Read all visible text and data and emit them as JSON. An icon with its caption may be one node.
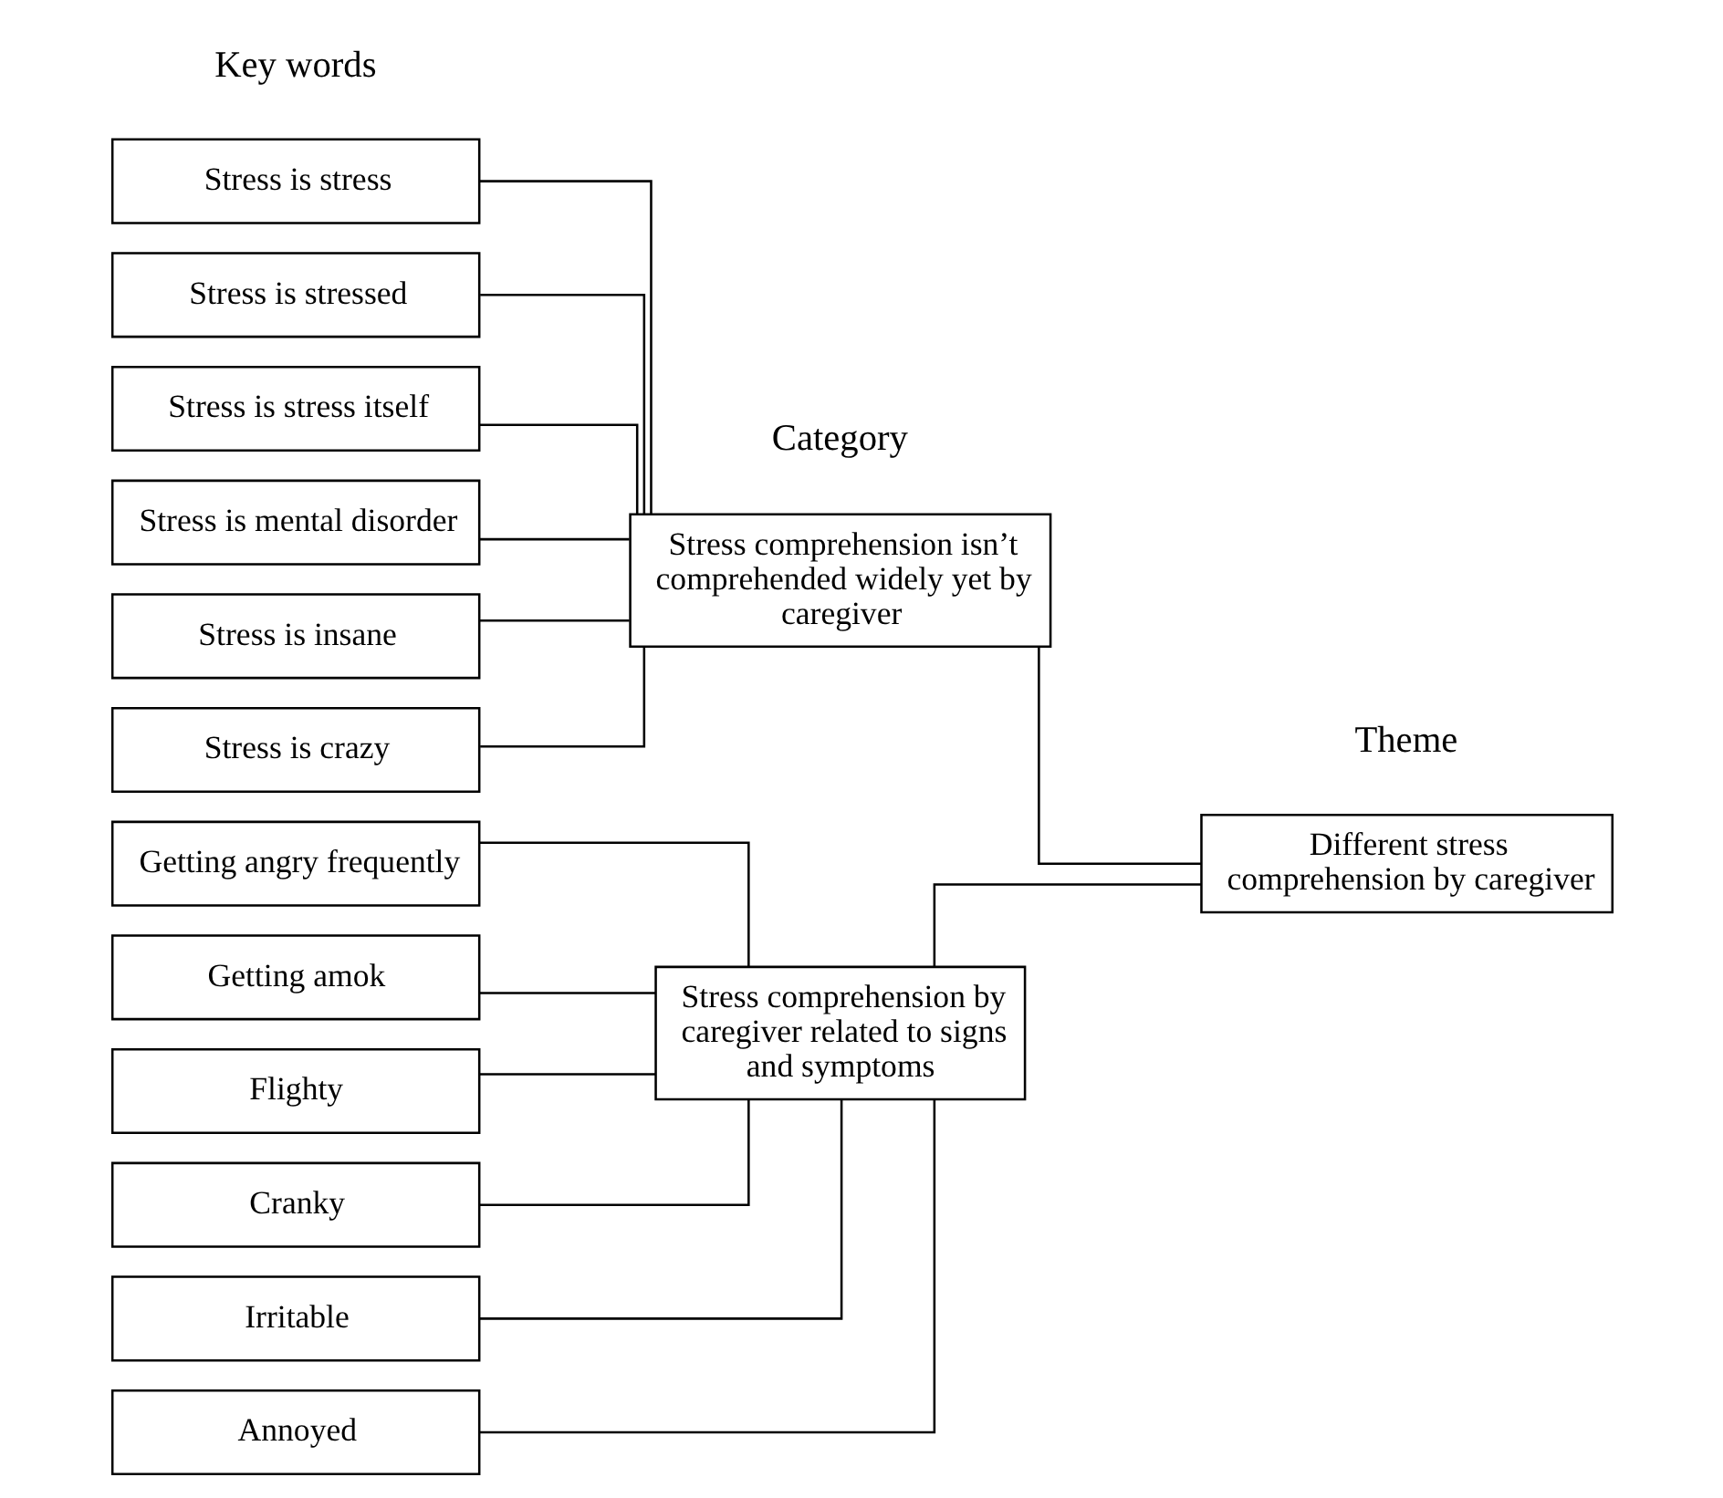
{
  "diagram": {
    "nodes": [
      {
        "text": [
          "Stress is stress"
        ]
      },
      {
        "text": [
          "Stress is stressed"
        ]
      },
      {
        "text": [
          "Stress is stress itself"
        ]
      },
      {
        "text": [
          "Stress is mental disorder"
        ]
      },
      {
        "text": [
          "Stress is insane"
        ]
      },
      {
        "text": [
          "Stress is crazy"
        ]
      },
      {
        "text": [
          "Getting angry frequently"
        ]
      },
      {
        "text": [
          "Getting amok"
        ]
      },
      {
        "text": [
          "Flighty"
        ]
      },
      {
        "text": [
          "Cranky"
        ]
      },
      {
        "text": [
          "Irritable"
        ]
      },
      {
        "text": [
          "Annoyed"
        ]
      },
      {
        "text": [
          "Stress comprehension isn’t comprehended widely yet by caregiver"
        ]
      },
      {
        "text": [
          "Stress comprehension by caregiver related to signs and symptoms"
        ]
      },
      {
        "text": [
          "Different stress comprehension by caregiver"
        ]
      }
    ],
    "edges": [
      {
        "from": 0,
        "to": 12,
        "arrow": "none"
      },
      {
        "from": 1,
        "to": 12,
        "arrow": "none"
      },
      {
        "from": 2,
        "to": 12,
        "arrow": "none"
      },
      {
        "from": 3,
        "to": 12,
        "arrow": "none"
      },
      {
        "from": 4,
        "to": 12,
        "arrow": "none"
      },
      {
        "from": 5,
        "to": 12,
        "arrow": "none"
      },
      {
        "from": 6,
        "to": 13,
        "arrow": "none"
      },
      {
        "from": 7,
        "to": 13,
        "arrow": "none"
      },
      {
        "from": 8,
        "to": 13,
        "arrow": "none"
      },
      {
        "from": 9,
        "to": 13,
        "arrow": "none"
      },
      {
        "from": 10,
        "to": 13,
        "arrow": "none"
      },
      {
        "from": 11,
        "to": 13,
        "arrow": "none"
      },
      {
        "from": 12,
        "to": 14,
        "arrow": "none"
      },
      {
        "from": 13,
        "to": 14,
        "arrow": "none"
      }
    ],
    "labels": [
      "Key words",
      "Category",
      "Theme"
    ]
  }
}
